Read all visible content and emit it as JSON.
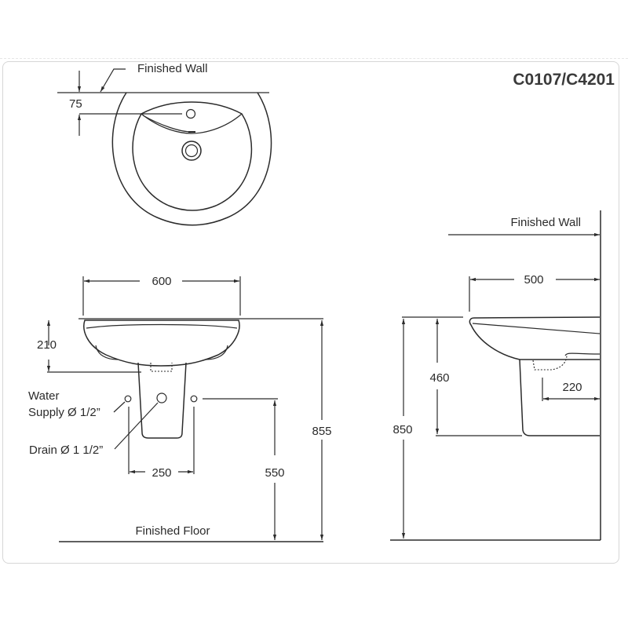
{
  "title": "C0107/C4201",
  "top_view": {
    "wall_label": "Finished Wall",
    "dim_75": "75"
  },
  "front_view": {
    "dim_width": "600",
    "dim_basin_depth": "210",
    "water_supply_label_line1": "Water",
    "water_supply_label_line2": "Supply Ø 1/2”",
    "drain_label": "Drain Ø 1 1/2”",
    "dim_supply_spacing": "250",
    "dim_supply_height": "550",
    "dim_total_height": "855",
    "floor_label": "Finished Floor"
  },
  "side_view": {
    "wall_label": "Finished Wall",
    "dim_projection": "500",
    "dim_pedestal_height": "460",
    "dim_drain_offset": "220",
    "dim_total_height": "850"
  },
  "colors": {
    "line": "#2b2b2b",
    "frame": "#d6d6d6",
    "title": "#3a3a3a"
  }
}
